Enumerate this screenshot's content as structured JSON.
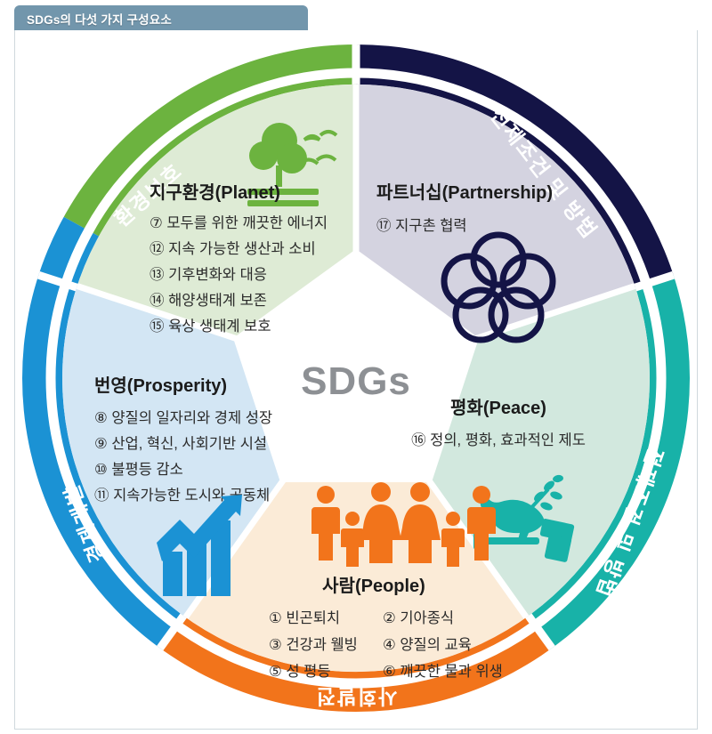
{
  "window": {
    "tab_title": "SDGs의 다섯 가지 구성요소"
  },
  "center": {
    "label": "SDGs"
  },
  "colors": {
    "green_ring": "#6CB33F",
    "green_fill": "#DEEBD5",
    "navy_ring": "#141446",
    "navy_fill": "#D4D3E0",
    "teal_ring": "#18B2A8",
    "teal_fill": "#D2E8DE",
    "orange_ring": "#F2741B",
    "orange_fill": "#FBEBD7",
    "blue_ring": "#1B92D4",
    "blue_fill": "#D3E6F4",
    "center_text": "#8D9094",
    "tab_bg": "#7296AC"
  },
  "segments": [
    {
      "key": "planet",
      "ring_label": "환경보호",
      "title": "지구환경(Planet)",
      "icon": "tree-birds-icon",
      "items": [
        "⑦ 모두를 위한 깨끗한 에너지",
        "⑫ 지속 가능한 생산과 소비",
        "⑬ 기후변화와 대응",
        "⑭ 해양생태계 보존",
        "⑮ 육상 생태계 보호"
      ]
    },
    {
      "key": "partnership",
      "ring_label": "전제조건 및 방법",
      "title": "파트너십(Partnership)",
      "icon": "five-rings-icon",
      "items": [
        "⑰ 지구촌 협력"
      ]
    },
    {
      "key": "peace",
      "ring_label": "전제조건 및 방법",
      "title": "평화(Peace)",
      "icon": "dove-gavel-icon",
      "items": [
        "⑯ 정의, 평화, 효과적인 제도"
      ]
    },
    {
      "key": "people",
      "ring_label": "사회발전",
      "title": "사람(People)",
      "icon": "family-icon",
      "items": [
        "① 빈곤퇴치　② 기아종식",
        "③ 건강과 웰빙　④ 양질의 교육",
        "⑤ 성 평등　　 ⑥ 깨끗한 물과 위생"
      ],
      "items_split": [
        [
          "① 빈곤퇴치",
          "② 기아종식"
        ],
        [
          "③ 건강과 웰빙",
          "④ 양질의 교육"
        ],
        [
          "⑤ 성 평등",
          "⑥ 깨끗한 물과 위생"
        ]
      ]
    },
    {
      "key": "prosperity",
      "ring_label": "경제개발",
      "title": "번영(Prosperity)",
      "icon": "growth-chart-icon",
      "items": [
        "⑧ 양질의 일자리와 경제 성장",
        "⑨ 산업, 혁신, 사회기반 시설",
        "⑩ 불평등 감소",
        "⑪ 지속가능한 도시와 공동체"
      ]
    }
  ],
  "chart_data": {
    "type": "pie",
    "title": "SDGs의 다섯 가지 구성요소",
    "categories": [
      "지구환경(Planet)",
      "파트너십(Partnership)",
      "평화(Peace)",
      "사람(People)",
      "번영(Prosperity)"
    ],
    "values": [
      20,
      20,
      20,
      20,
      20
    ],
    "legend": [
      "환경보호",
      "전제조건 및 방법",
      "전제조건 및 방법",
      "사회발전",
      "경제개발"
    ],
    "colors": [
      "#6CB33F",
      "#141446",
      "#18B2A8",
      "#F2741B",
      "#1B92D4"
    ],
    "xlabel": "",
    "ylabel": ""
  }
}
